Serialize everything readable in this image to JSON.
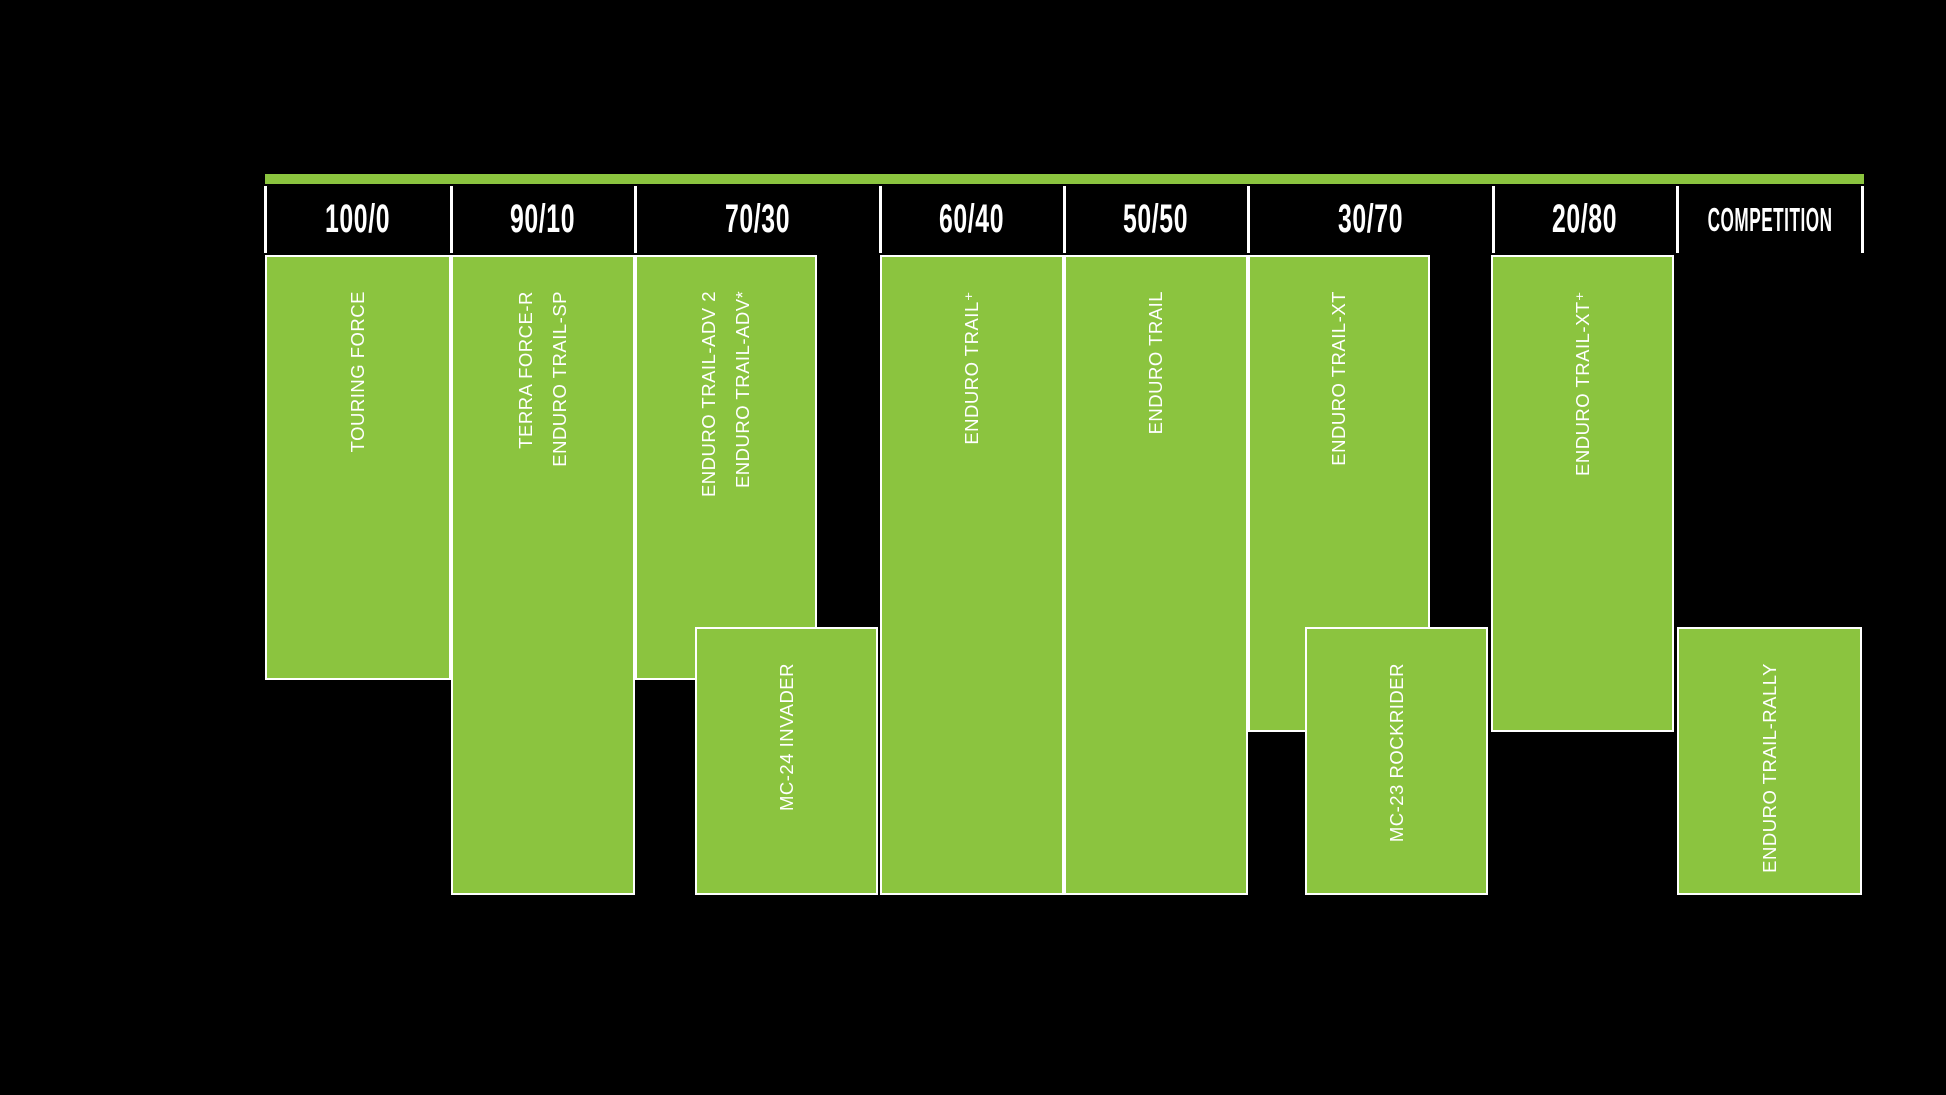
{
  "meta": {
    "background_color": "#000000",
    "accent_green": "#8BC43F",
    "text_color": "#FFFFFF"
  },
  "header": {
    "categories": [
      "100/0",
      "90/10",
      "70/30",
      "60/40",
      "50/50",
      "30/70",
      "20/80",
      "COMPETITION"
    ]
  },
  "blocks": [
    {
      "label": "TOURING FORCE",
      "category": "100/0",
      "position": "upper"
    },
    {
      "label": "TERRA FORCE-R\nENDURO TRAIL-SP",
      "category": "90/10",
      "position": "full"
    },
    {
      "label": "ENDURO TRAIL-ADV 2\nENDURO TRAIL-ADV*",
      "category": "70/30",
      "position": "upper-left"
    },
    {
      "label": "MC-24 INVADER",
      "category": "70/30",
      "position": "lower-right"
    },
    {
      "label": "ENDURO TRAIL⁺",
      "category": "60/40",
      "position": "full"
    },
    {
      "label": "ENDURO TRAIL",
      "category": "50/50",
      "position": "full"
    },
    {
      "label": "ENDURO TRAIL-XT",
      "category": "30/70",
      "position": "upper-left"
    },
    {
      "label": "MC-23 ROCKRIDER",
      "category": "30/70",
      "position": "lower-right"
    },
    {
      "label": "ENDURO TRAIL-XT⁺",
      "category": "20/80",
      "position": "upper"
    },
    {
      "label": "ENDURO TRAIL-RALLY",
      "category": "COMPETITION",
      "position": "lower"
    }
  ],
  "chart_data": {
    "type": "table",
    "title": "",
    "categories": [
      "100/0",
      "90/10",
      "70/30",
      "60/40",
      "50/50",
      "30/70",
      "20/80",
      "COMPETITION"
    ],
    "series": [
      {
        "name": "TOURING FORCE",
        "categories": [
          "100/0"
        ],
        "extent": [
          0,
          0.66
        ]
      },
      {
        "name": "TERRA FORCE-R / ENDURO TRAIL-SP",
        "categories": [
          "90/10"
        ],
        "extent": [
          0,
          1
        ]
      },
      {
        "name": "ENDURO TRAIL-ADV 2 / ENDURO TRAIL-ADV*",
        "categories": [
          "70/30"
        ],
        "extent": [
          0,
          0.66
        ],
        "half": "left"
      },
      {
        "name": "MC-24 INVADER",
        "categories": [
          "70/30"
        ],
        "extent": [
          0.58,
          1
        ],
        "half": "right"
      },
      {
        "name": "ENDURO TRAIL+",
        "categories": [
          "60/40"
        ],
        "extent": [
          0,
          1
        ]
      },
      {
        "name": "ENDURO TRAIL",
        "categories": [
          "50/50"
        ],
        "extent": [
          0,
          1
        ]
      },
      {
        "name": "ENDURO TRAIL-XT",
        "categories": [
          "30/70"
        ],
        "extent": [
          0,
          0.75
        ],
        "half": "left"
      },
      {
        "name": "MC-23 ROCKRIDER",
        "categories": [
          "30/70"
        ],
        "extent": [
          0.58,
          1
        ],
        "half": "right"
      },
      {
        "name": "ENDURO TRAIL-XT+",
        "categories": [
          "20/80"
        ],
        "extent": [
          0,
          0.75
        ]
      },
      {
        "name": "ENDURO TRAIL-RALLY",
        "categories": [
          "COMPETITION"
        ],
        "extent": [
          0.58,
          1
        ]
      }
    ],
    "legend": "none",
    "grid": "off"
  }
}
